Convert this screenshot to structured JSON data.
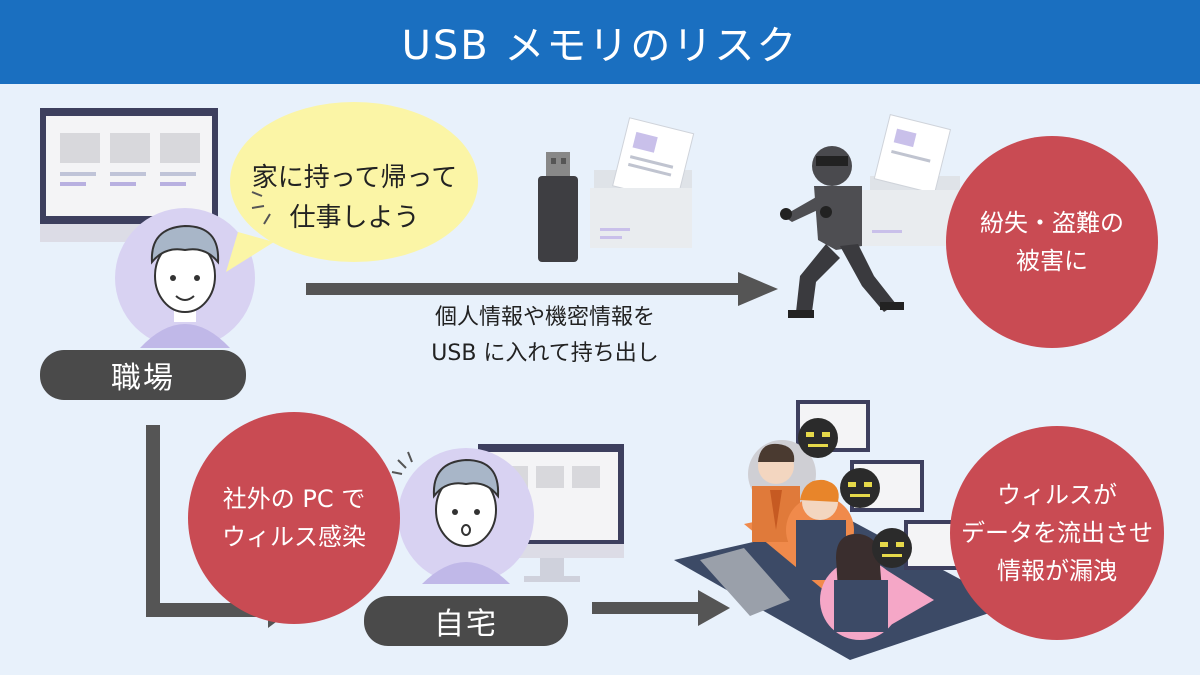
{
  "title": "USB メモリのリスク",
  "bubble": {
    "line1": "家に持って帰って",
    "line2": "仕事しよう"
  },
  "workplace_label": "職場",
  "home_label": "自宅",
  "caption": {
    "line1": "個人情報や機密情報を",
    "line2": "USB に入れて持ち出し"
  },
  "risk_loss": {
    "line1": "紛失・盗難の",
    "line2": "被害に"
  },
  "risk_virus": {
    "line1": "社外の PC で",
    "line2": "ウィルス感染"
  },
  "risk_leak": {
    "line1": "ウィルスが",
    "line2": "データを流出させ",
    "line3": "情報が漏洩"
  },
  "colors": {
    "header": "#1a6fc0",
    "background": "#e8f1fb",
    "risk_circle": "#c94b53",
    "label_pill": "#4a4a4a",
    "bubble": "#fbf5a6",
    "arrow": "#555555"
  }
}
